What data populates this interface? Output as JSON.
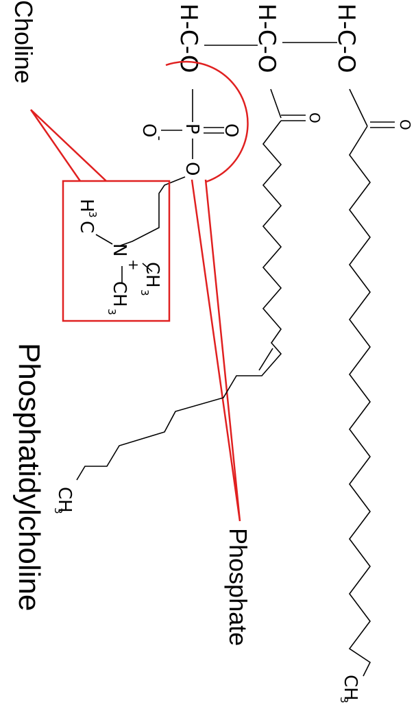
{
  "title": "Phosphatidylcholine",
  "labels": {
    "choline": "Choline",
    "phosphate": "Phosphate"
  },
  "atoms": {
    "hco": "H-C-O",
    "carbonyl_o": "O",
    "phosphorus": "P",
    "oxygen": "O",
    "charge_minus": "-",
    "charge_plus": "+",
    "nitrogen": "N",
    "h3c": "H",
    "c_after_h3": "C",
    "ch": "CH",
    "sub3": "3"
  },
  "colors": {
    "highlight": "#e02020",
    "ink": "#000000"
  }
}
